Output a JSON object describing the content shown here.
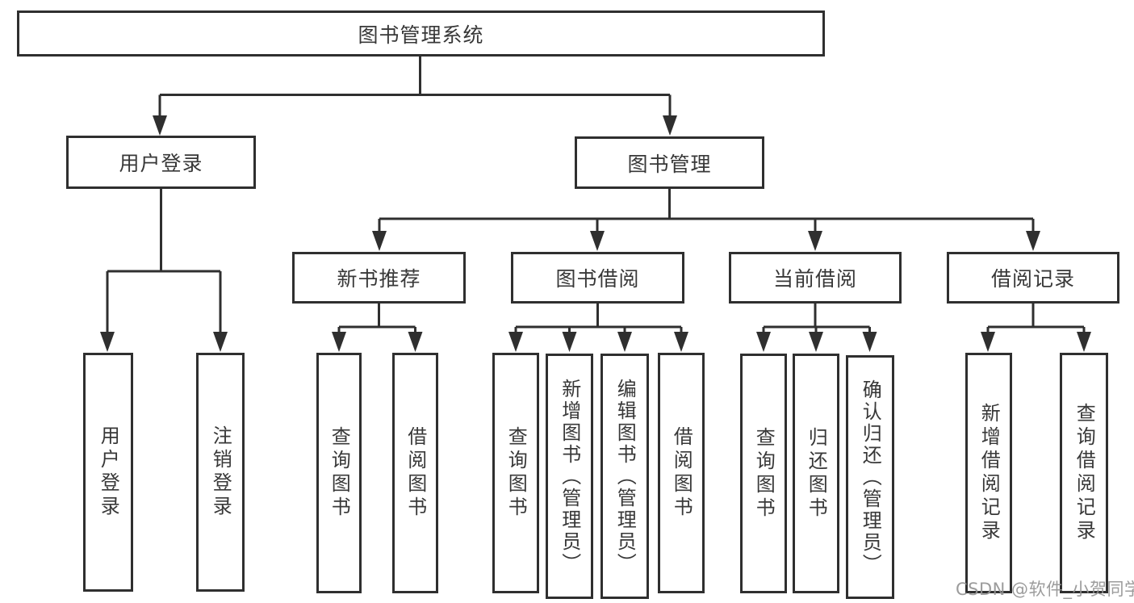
{
  "tree": {
    "root": {
      "label": "图书管理系统",
      "children": [
        {
          "label": "用户登录",
          "children": [
            {
              "label": "用户登录"
            },
            {
              "label": "注销登录"
            }
          ]
        },
        {
          "label": "图书管理",
          "children": [
            {
              "label": "新书推荐",
              "children": [
                {
                  "label": "查询图书"
                },
                {
                  "label": "借阅图书"
                }
              ]
            },
            {
              "label": "图书借阅",
              "children": [
                {
                  "label": "查询图书"
                },
                {
                  "label": "新增图书（管理员）"
                },
                {
                  "label": "编辑图书（管理员）"
                },
                {
                  "label": "借阅图书"
                }
              ]
            },
            {
              "label": "当前借阅",
              "children": [
                {
                  "label": "查询图书"
                },
                {
                  "label": "归还图书"
                },
                {
                  "label": "确认归还（管理员）"
                }
              ]
            },
            {
              "label": "借阅记录",
              "children": [
                {
                  "label": "新增借阅记录"
                },
                {
                  "label": "查询借阅记录"
                }
              ]
            }
          ]
        }
      ]
    }
  },
  "watermark": "CSDN @软件_小贺同学",
  "colors": {
    "line": "#2f2f2f",
    "text": "#383838",
    "watermark": "#949494",
    "background": "#ffffff"
  }
}
